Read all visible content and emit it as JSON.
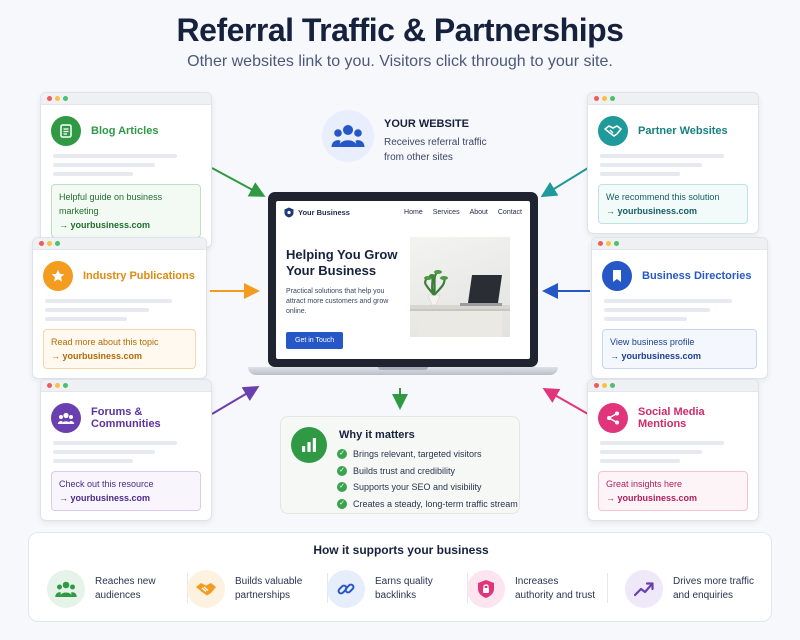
{
  "header": {
    "title": "Referral Traffic & Partnerships",
    "subtitle": "Other websites link to you. Visitors click through to your site."
  },
  "sources": [
    {
      "title": "Blog Articles",
      "icon": "document-icon",
      "color": "#2f9944",
      "link_text": "Helpful guide on business marketing",
      "url": "→ yourbusiness.com"
    },
    {
      "title": "Industry Publications",
      "icon": "star-icon",
      "color": "#f39c1f",
      "link_text": "Read more about this topic",
      "url": "→ yourbusiness.com"
    },
    {
      "title": "Forums & Communities",
      "icon": "community-icon",
      "color": "#6a3fb0",
      "link_text": "Check out this resource",
      "url": "→ yourbusiness.com"
    },
    {
      "title": "Partner Websites",
      "icon": "handshake-icon",
      "color": "#1f9a9a",
      "link_text": "We recommend this solution",
      "url": "→ yourbusiness.com"
    },
    {
      "title": "Business Directories",
      "icon": "bookmark-icon",
      "color": "#2557c7",
      "link_text": "View business profile",
      "url": "→ yourbusiness.com"
    },
    {
      "title": "Social Media Mentions",
      "icon": "share-icon",
      "color": "#e0357a",
      "link_text": "Great insights here",
      "url": "→ yourbusiness.com"
    }
  ],
  "website": {
    "label": "YOUR WEBSITE",
    "desc": "Receives referral traffic from other sites",
    "icon": "users-icon",
    "color": "#2557c7"
  },
  "laptop": {
    "brand": "Your Business",
    "nav": [
      "Home",
      "Services",
      "About",
      "Contact"
    ],
    "headline": "Helping You Grow Your Business",
    "body": "Practical solutions that help you attract more customers and grow online.",
    "cta": "Get in Touch"
  },
  "why": {
    "title": "Why it matters",
    "items": [
      "Brings relevant, targeted visitors",
      "Builds trust and credibility",
      "Supports your SEO and visibility",
      "Creates a steady, long-term traffic stream"
    ]
  },
  "support": {
    "title": "How it supports your business",
    "items": [
      {
        "label": "Reaches new audiences",
        "icon": "group-icon",
        "color": "#2f9944"
      },
      {
        "label": "Builds valuable partnerships",
        "icon": "handshake-icon",
        "color": "#f39c1f"
      },
      {
        "label": "Earns quality backlinks",
        "icon": "link-icon",
        "color": "#2557c7"
      },
      {
        "label": "Increases authority and trust",
        "icon": "shield-icon",
        "color": "#e0357a"
      },
      {
        "label": "Drives more traffic and enquiries",
        "icon": "trend-up-icon",
        "color": "#6a3fb0"
      }
    ]
  }
}
